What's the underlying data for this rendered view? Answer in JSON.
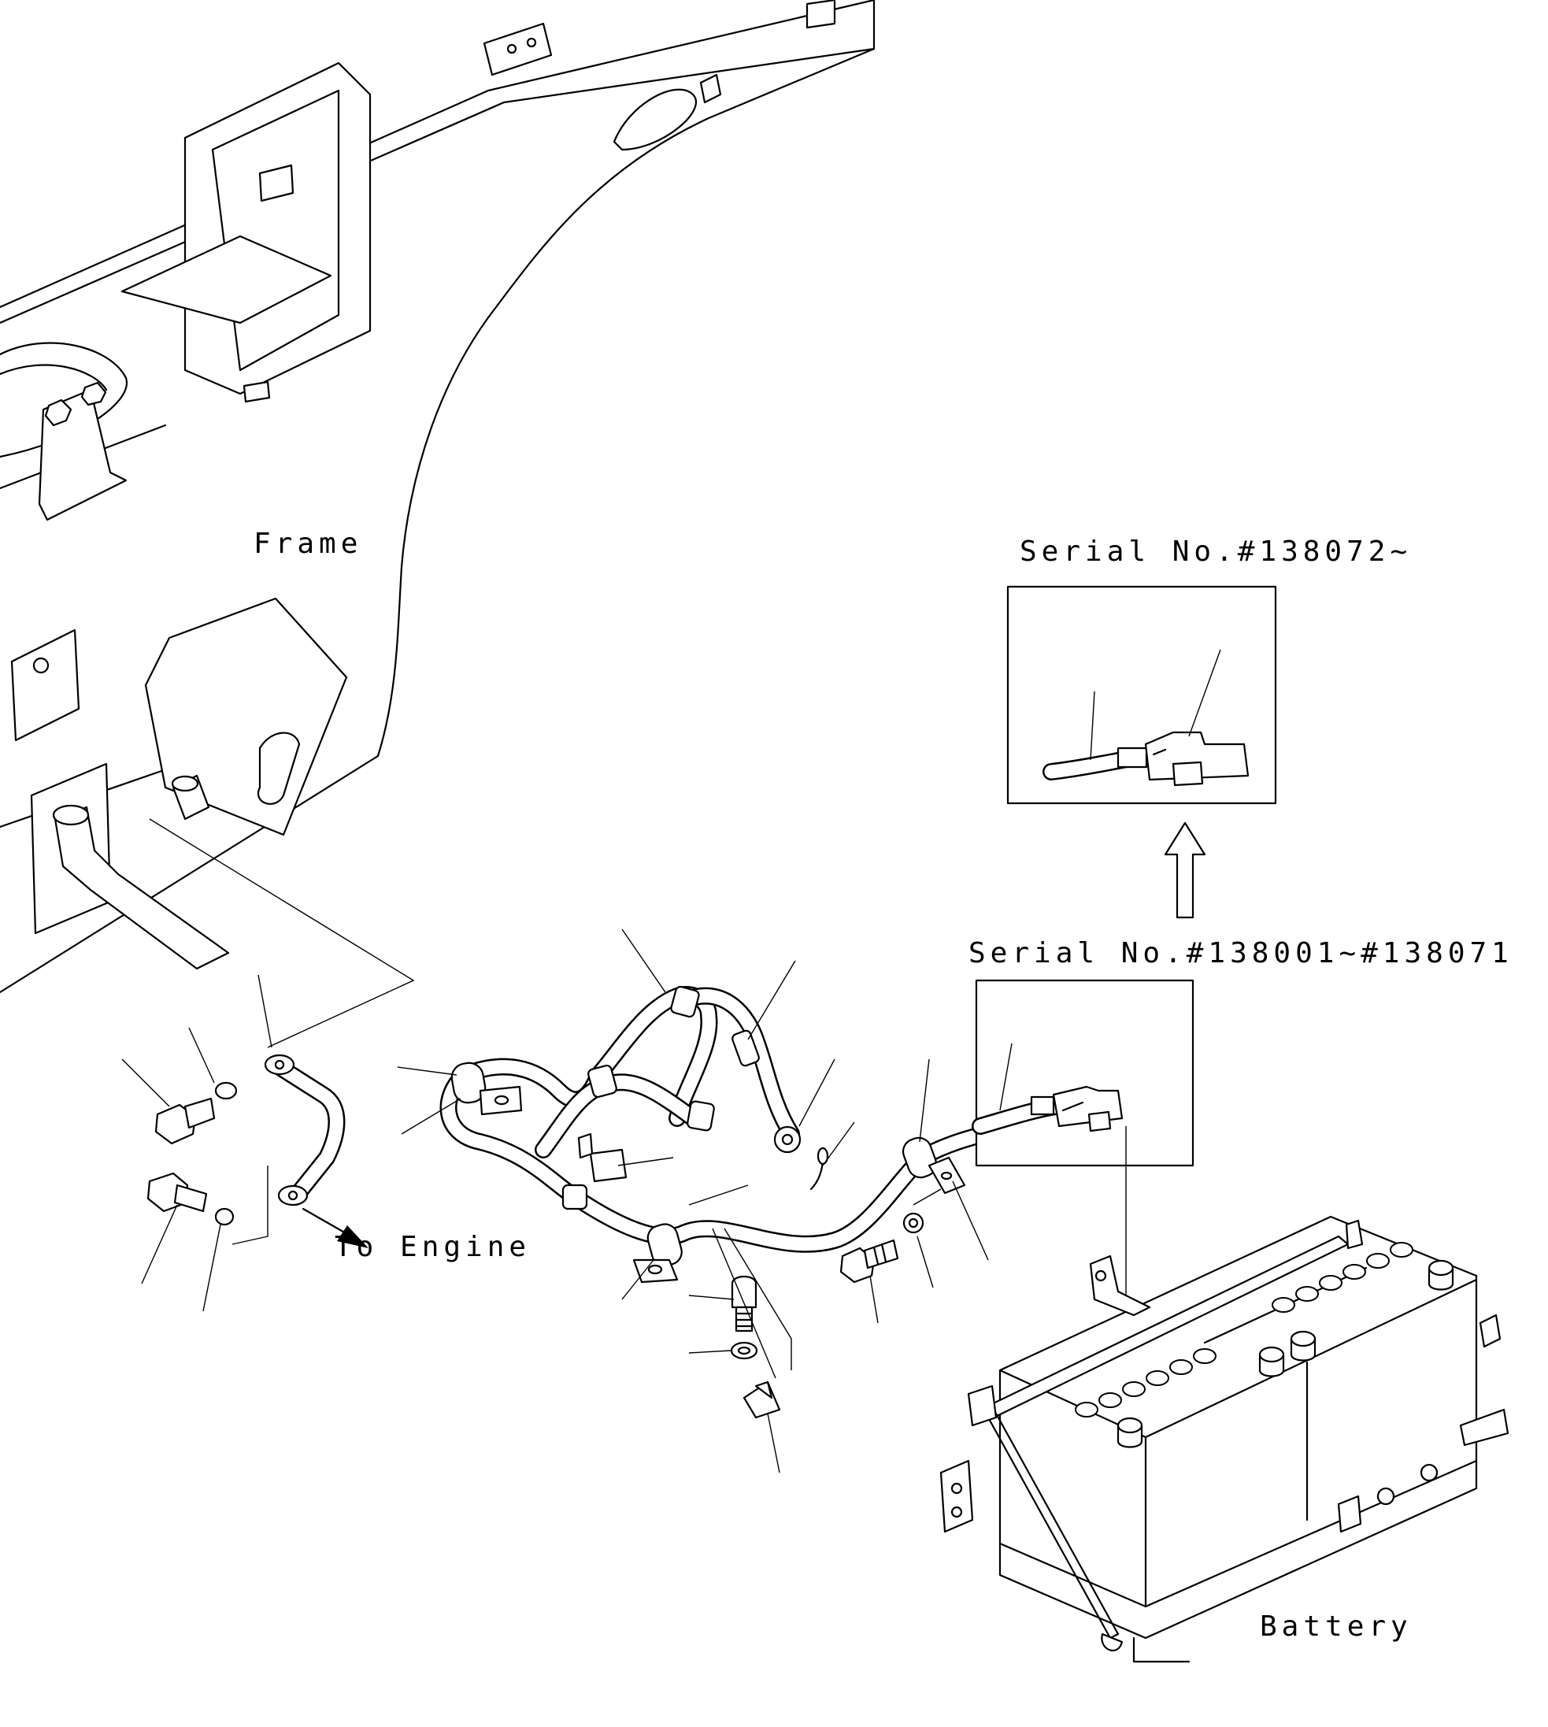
{
  "labels": {
    "frame": "Frame",
    "serial_new": "Serial No.#138072~",
    "serial_old": "Serial No.#138001~#138071",
    "to_engine": "To Engine",
    "battery": "Battery"
  },
  "parts": {
    "engine_direction_icon": "arrow-right-down",
    "serial_change_icon": "arrow-up"
  }
}
